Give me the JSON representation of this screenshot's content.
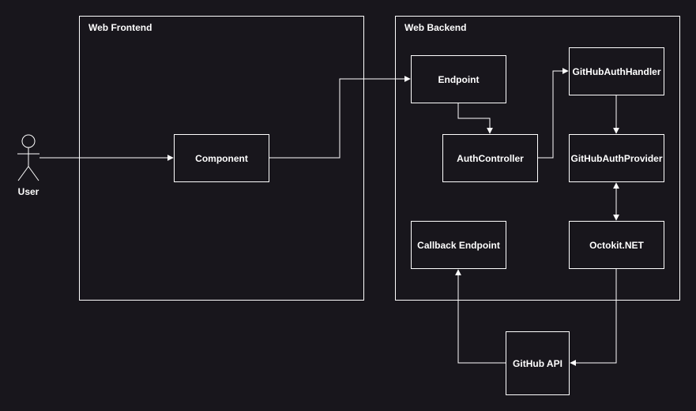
{
  "actor": {
    "label": "User"
  },
  "groups": {
    "frontend": {
      "title": "Web Frontend"
    },
    "backend": {
      "title": "Web Backend"
    }
  },
  "nodes": {
    "component": "Component",
    "endpoint": "Endpoint",
    "auth_controller": "AuthController",
    "github_auth_handler": "GitHubAuthHandler",
    "github_auth_provider": "GitHubAuthProvider",
    "callback_endpoint": "Callback Endpoint",
    "octokit": "Octokit.NET",
    "github_api": "GitHub API"
  },
  "colors": {
    "background": "#18161c",
    "stroke": "#ffffff",
    "text": "#ffffff"
  }
}
